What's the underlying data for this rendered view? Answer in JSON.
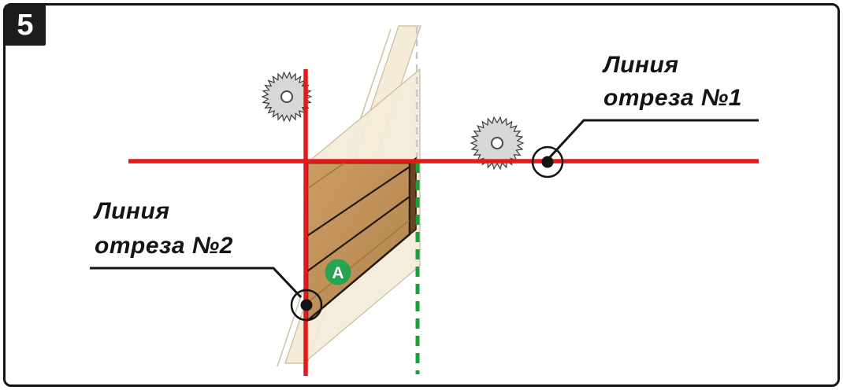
{
  "step_number": "5",
  "callouts": {
    "cut_line_1": {
      "line1": "Линия",
      "line2": "отреза №1"
    },
    "cut_line_2": {
      "line1": "Линия",
      "line2": "отреза №2"
    }
  },
  "badge": {
    "label": "A"
  },
  "icons": {
    "saw_blade_top": "circular-saw-blade-icon",
    "saw_blade_right": "circular-saw-blade-icon"
  },
  "colors": {
    "cut_line": "#e11b1b",
    "guide_line": "#18a03d",
    "badge": "#27a351",
    "wood": "#cb9c63",
    "panel_ghost": "#f4ebd9",
    "frame": "#141414"
  }
}
